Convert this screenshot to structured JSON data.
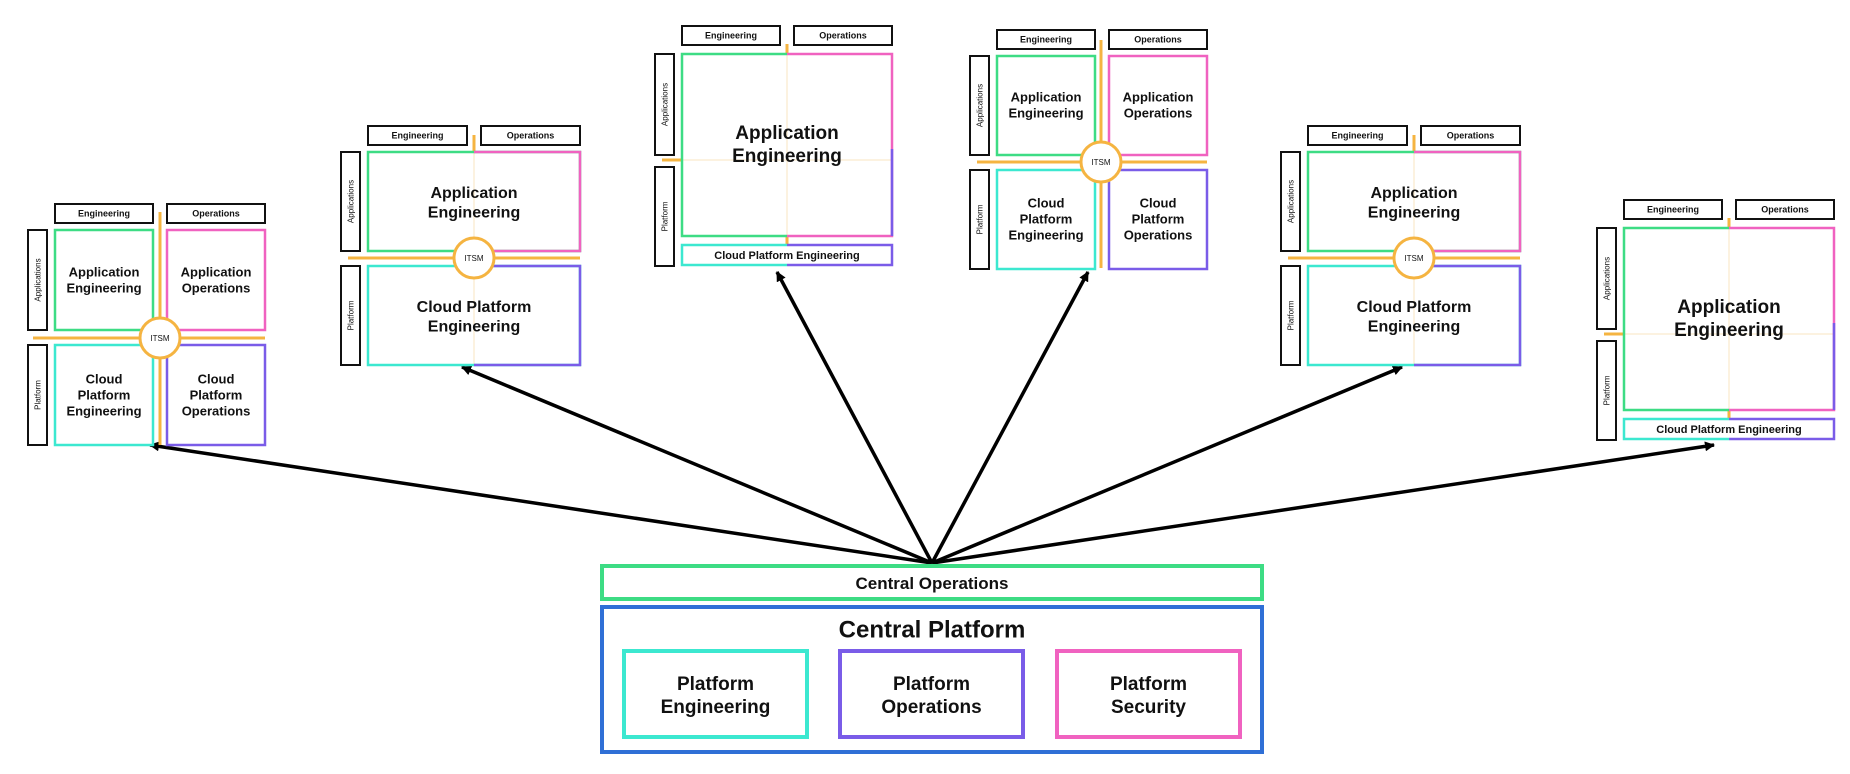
{
  "colors": {
    "engineering_green": "#3ddc84",
    "operations_pink": "#f062c0",
    "platform_teal": "#3ce8d0",
    "platform_purple": "#7a5ce8",
    "itsm_orange": "#f5b441",
    "central_blue": "#2f6fd6",
    "label_black": "#111111",
    "arrow_black": "#000000"
  },
  "labels": {
    "engineering": "Engineering",
    "operations": "Operations",
    "applications": "Applications",
    "platform": "Platform",
    "itsm": "ITSM",
    "app_eng": [
      "Application",
      "Engineering"
    ],
    "app_ops": [
      "Application",
      "Operations"
    ],
    "cloud_eng_3": [
      "Cloud",
      "Platform",
      "Engineering"
    ],
    "cloud_ops_3": [
      "Cloud",
      "Platform",
      "Operations"
    ],
    "cloud_eng_2": [
      "Cloud Platform",
      "Engineering"
    ],
    "cloud_eng_1": "Cloud Platform Engineering"
  },
  "central": {
    "operations_label": "Central Operations",
    "platform_title": "Central Platform",
    "boxes": [
      {
        "name": "platform-engineering-box",
        "lines": [
          "Platform",
          "Engineering"
        ],
        "color_key": "platform_teal"
      },
      {
        "name": "platform-operations-box",
        "lines": [
          "Platform",
          "Operations"
        ],
        "color_key": "platform_purple"
      },
      {
        "name": "platform-security-box",
        "lines": [
          "Platform",
          "Security"
        ],
        "color_key": "operations_pink"
      }
    ]
  }
}
